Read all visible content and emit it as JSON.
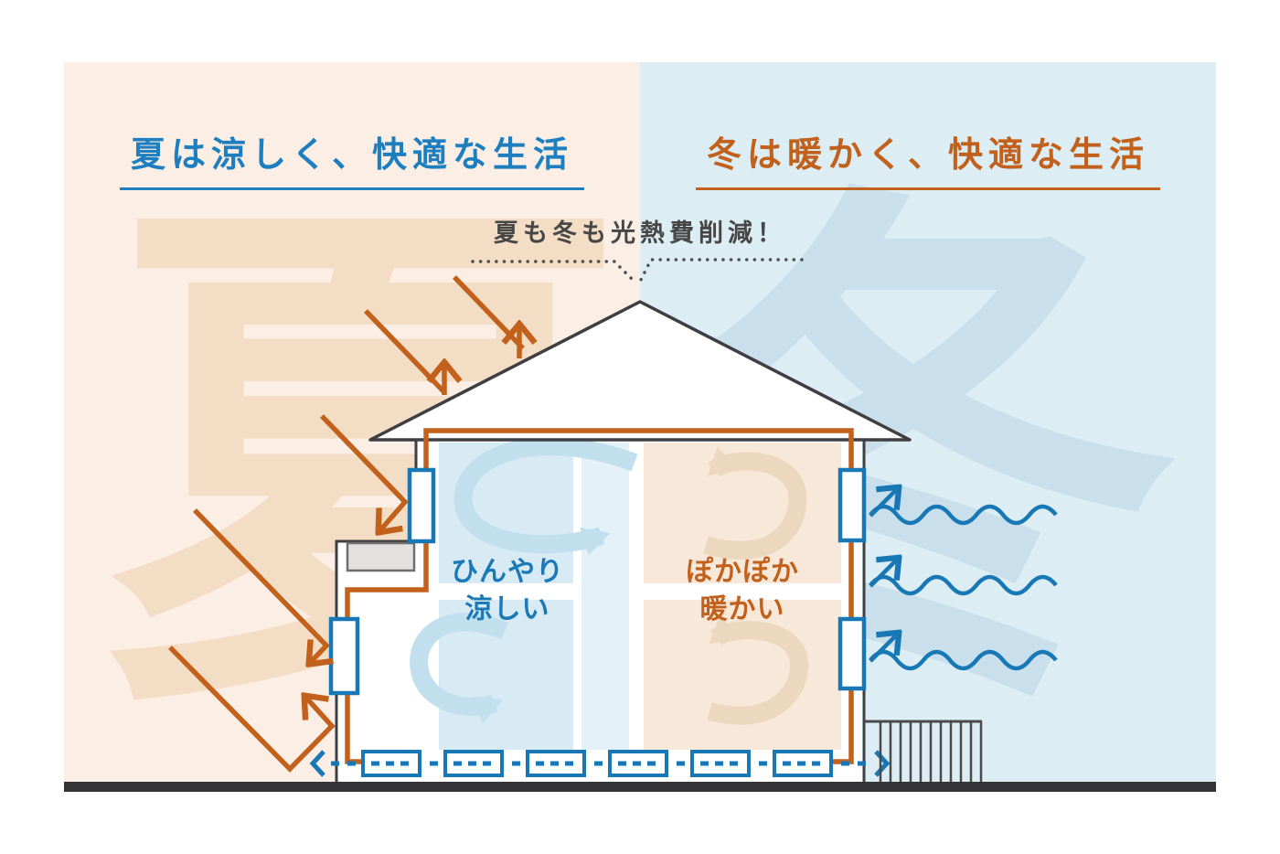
{
  "headers": {
    "summer": "夏は涼しく、快適な生活",
    "winter": "冬は暖かく、快適な生活",
    "center": "夏も冬も光熱費削減！"
  },
  "watermarks": {
    "summer": "夏",
    "winter": "冬"
  },
  "rooms": {
    "cool_line1": "ひんやり",
    "cool_line2": "涼しい",
    "warm_line1": "ぽかぽか",
    "warm_line2": "暖かい"
  },
  "colors": {
    "summer_bg": "#fbeee5",
    "winter_bg": "#dcedf4",
    "summer_watermark": "#f4ddc5",
    "winter_watermark": "#c9dfeb",
    "summer_heading": "#1d7fc0",
    "winter_heading": "#c2611c",
    "heat_arrow_orange": "#c2611c",
    "cold_arrow_blue": "#1878b5",
    "cool_panel": "#d8ebf4",
    "warm_panel": "#f8e8da",
    "outline_dark": "#3f3f43",
    "ground_dark": "#343436"
  }
}
